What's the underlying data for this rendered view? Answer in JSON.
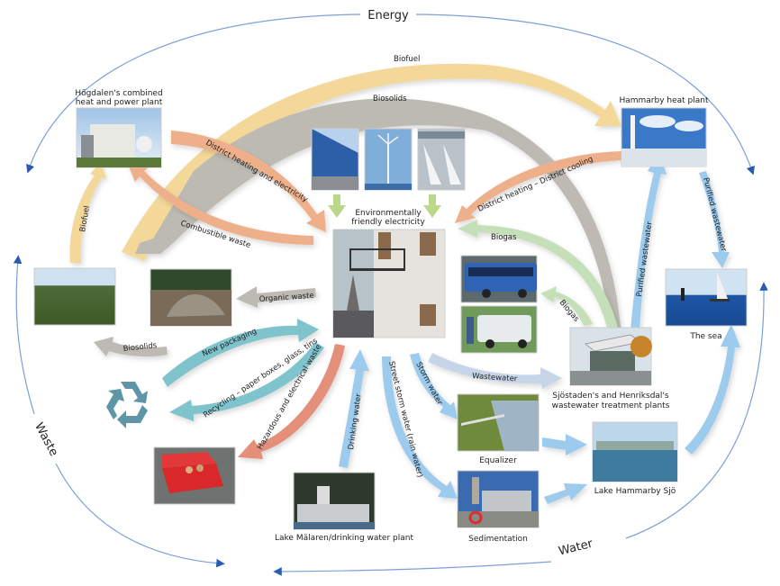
{
  "cycles": {
    "energy": "Energy",
    "waste": "Waste",
    "water": "Water"
  },
  "nodes": {
    "hogdalen": [
      "Högdalen's combined",
      "heat and power plant"
    ],
    "hammarby_heat": "Hammarby heat plant",
    "env_electricity": [
      "Environmentally",
      "friendly electricity"
    ],
    "treatment": [
      "Sjöstaden's and Henriksdal's",
      "wastewater treatment plants"
    ],
    "sea": "The sea",
    "equalizer": "Equalizer",
    "sedimentation": "Sedimentation",
    "lake_hammarby": "Lake Hammarby Sjö",
    "lake_malaren": "Lake Mälaren/drinking water plant"
  },
  "flows": {
    "biofuel_top": "Biofuel",
    "biosolids_top": "Biosolids",
    "district_heating_electricity": "District heating and electricity",
    "district_heating_cooling": "District heating – District cooling",
    "combustible_waste": "Combustible waste",
    "biofuel_left": "Biofuel",
    "biogas_1": "Biogas",
    "biogas_2": "Biogas",
    "organic_waste": "Organic waste",
    "biosolids_left": "Biosolids",
    "new_packaging": "New packaging",
    "recycling": "Recycling – paper boxes, glass, tins",
    "hazardous": "Hazardous and electrical waste",
    "drinking_water": "Drinking water",
    "street_storm": "Street storm water (rain water)",
    "storm_water": "Storm water",
    "wastewater": "Wastewater",
    "purified_1": "Purified wastewater",
    "purified_2": "Purified wastewater"
  },
  "colors": {
    "biofuel": "#f3d89a",
    "biosolids": "#bdbab3",
    "district": "#eeb08a",
    "biogas": "#c5e0b8",
    "recycling": "#7fc3cc",
    "hazardous": "#e48f7a",
    "water": "#9ccbee",
    "wastewater": "#c6d6e8",
    "cycle_line": "#3a6fc0",
    "recycle_icon": "#5e96a8",
    "green_arrow": "#b9d88a"
  }
}
